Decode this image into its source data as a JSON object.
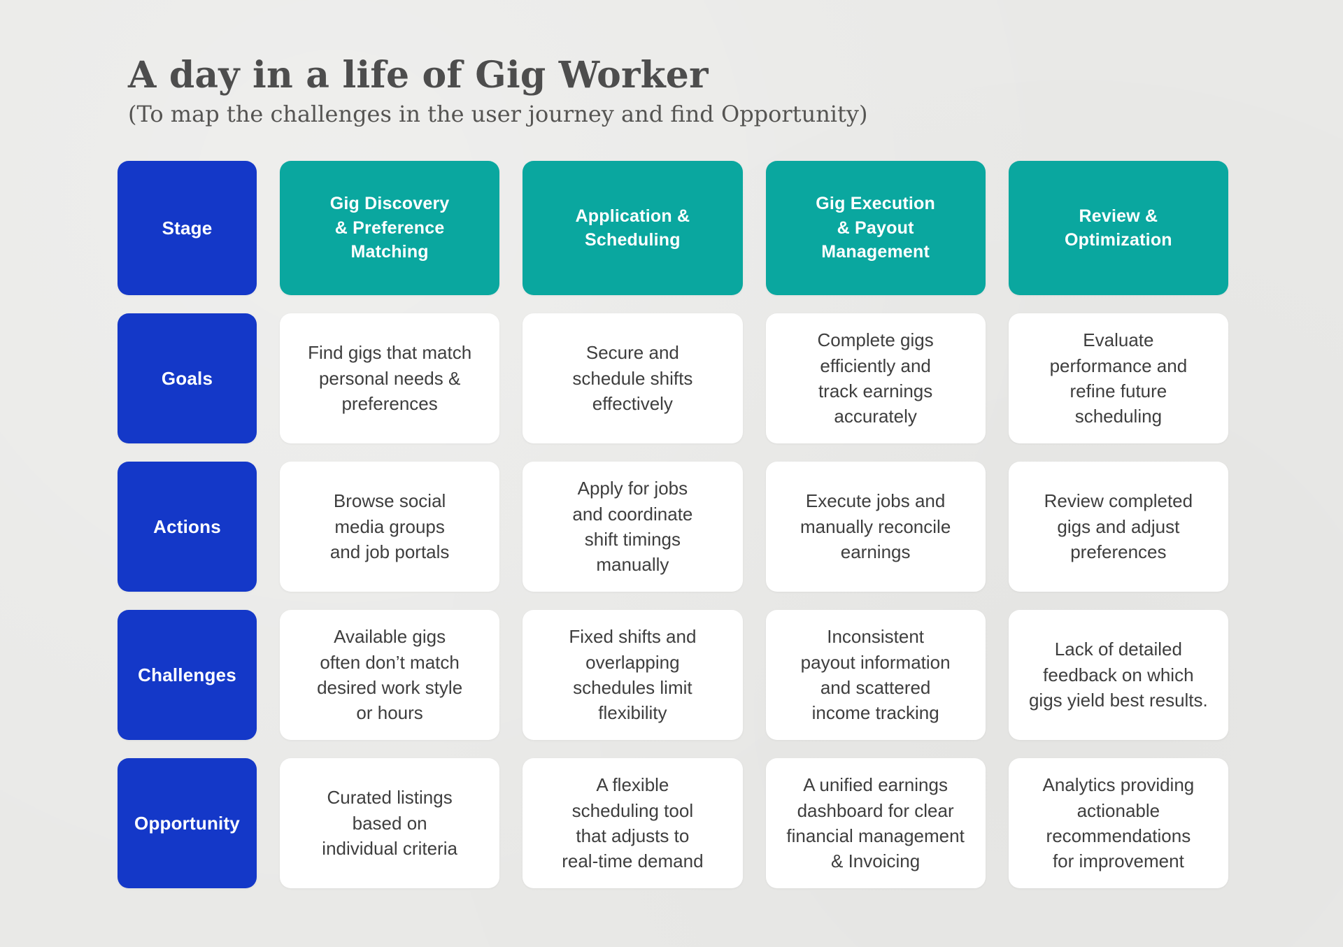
{
  "page": {
    "title": "A day in a life of Gig Worker",
    "subtitle": "(To map the challenges in the user journey and find Opportunity)"
  },
  "colors": {
    "background": "#e9e9e7",
    "row_label_blue": "#1438c8",
    "stage_teal": "#0aa79f",
    "card_white": "#ffffff",
    "title_text": "#4d4d4d",
    "body_text": "#3e3e3e"
  },
  "journey_map": {
    "corner_label": "Stage",
    "stages": [
      "Gig Discovery\n& Preference\nMatching",
      "Application &\nScheduling",
      "Gig Execution\n& Payout\nManagement",
      "Review &\nOptimization"
    ],
    "rows": [
      {
        "label": "Goals",
        "cells": [
          "Find gigs that match\npersonal needs &\npreferences",
          "Secure and\nschedule shifts\neffectively",
          "Complete gigs\nefficiently and\ntrack earnings\naccurately",
          "Evaluate\nperformance and\nrefine future\nscheduling"
        ]
      },
      {
        "label": "Actions",
        "cells": [
          "Browse social\nmedia groups\nand job portals",
          "Apply for jobs\nand coordinate\nshift timings\nmanually",
          "Execute jobs and\nmanually reconcile\nearnings",
          "Review completed\ngigs and adjust\npreferences"
        ]
      },
      {
        "label": "Challenges",
        "cells": [
          "Available gigs\noften don’t match\ndesired work style\nor hours",
          "Fixed shifts and\noverlapping\nschedules limit\nflexibility",
          "Inconsistent\npayout information\nand scattered\nincome tracking",
          "Lack of detailed\nfeedback on which\ngigs yield best results."
        ]
      },
      {
        "label": "Opportunity",
        "cells": [
          "Curated listings\nbased on\nindividual criteria",
          "A flexible\nscheduling tool\nthat adjusts to\nreal-time demand",
          "A unified earnings\ndashboard for clear\nfinancial management\n& Invoicing",
          "Analytics providing\nactionable\nrecommendations\nfor improvement"
        ]
      }
    ]
  }
}
